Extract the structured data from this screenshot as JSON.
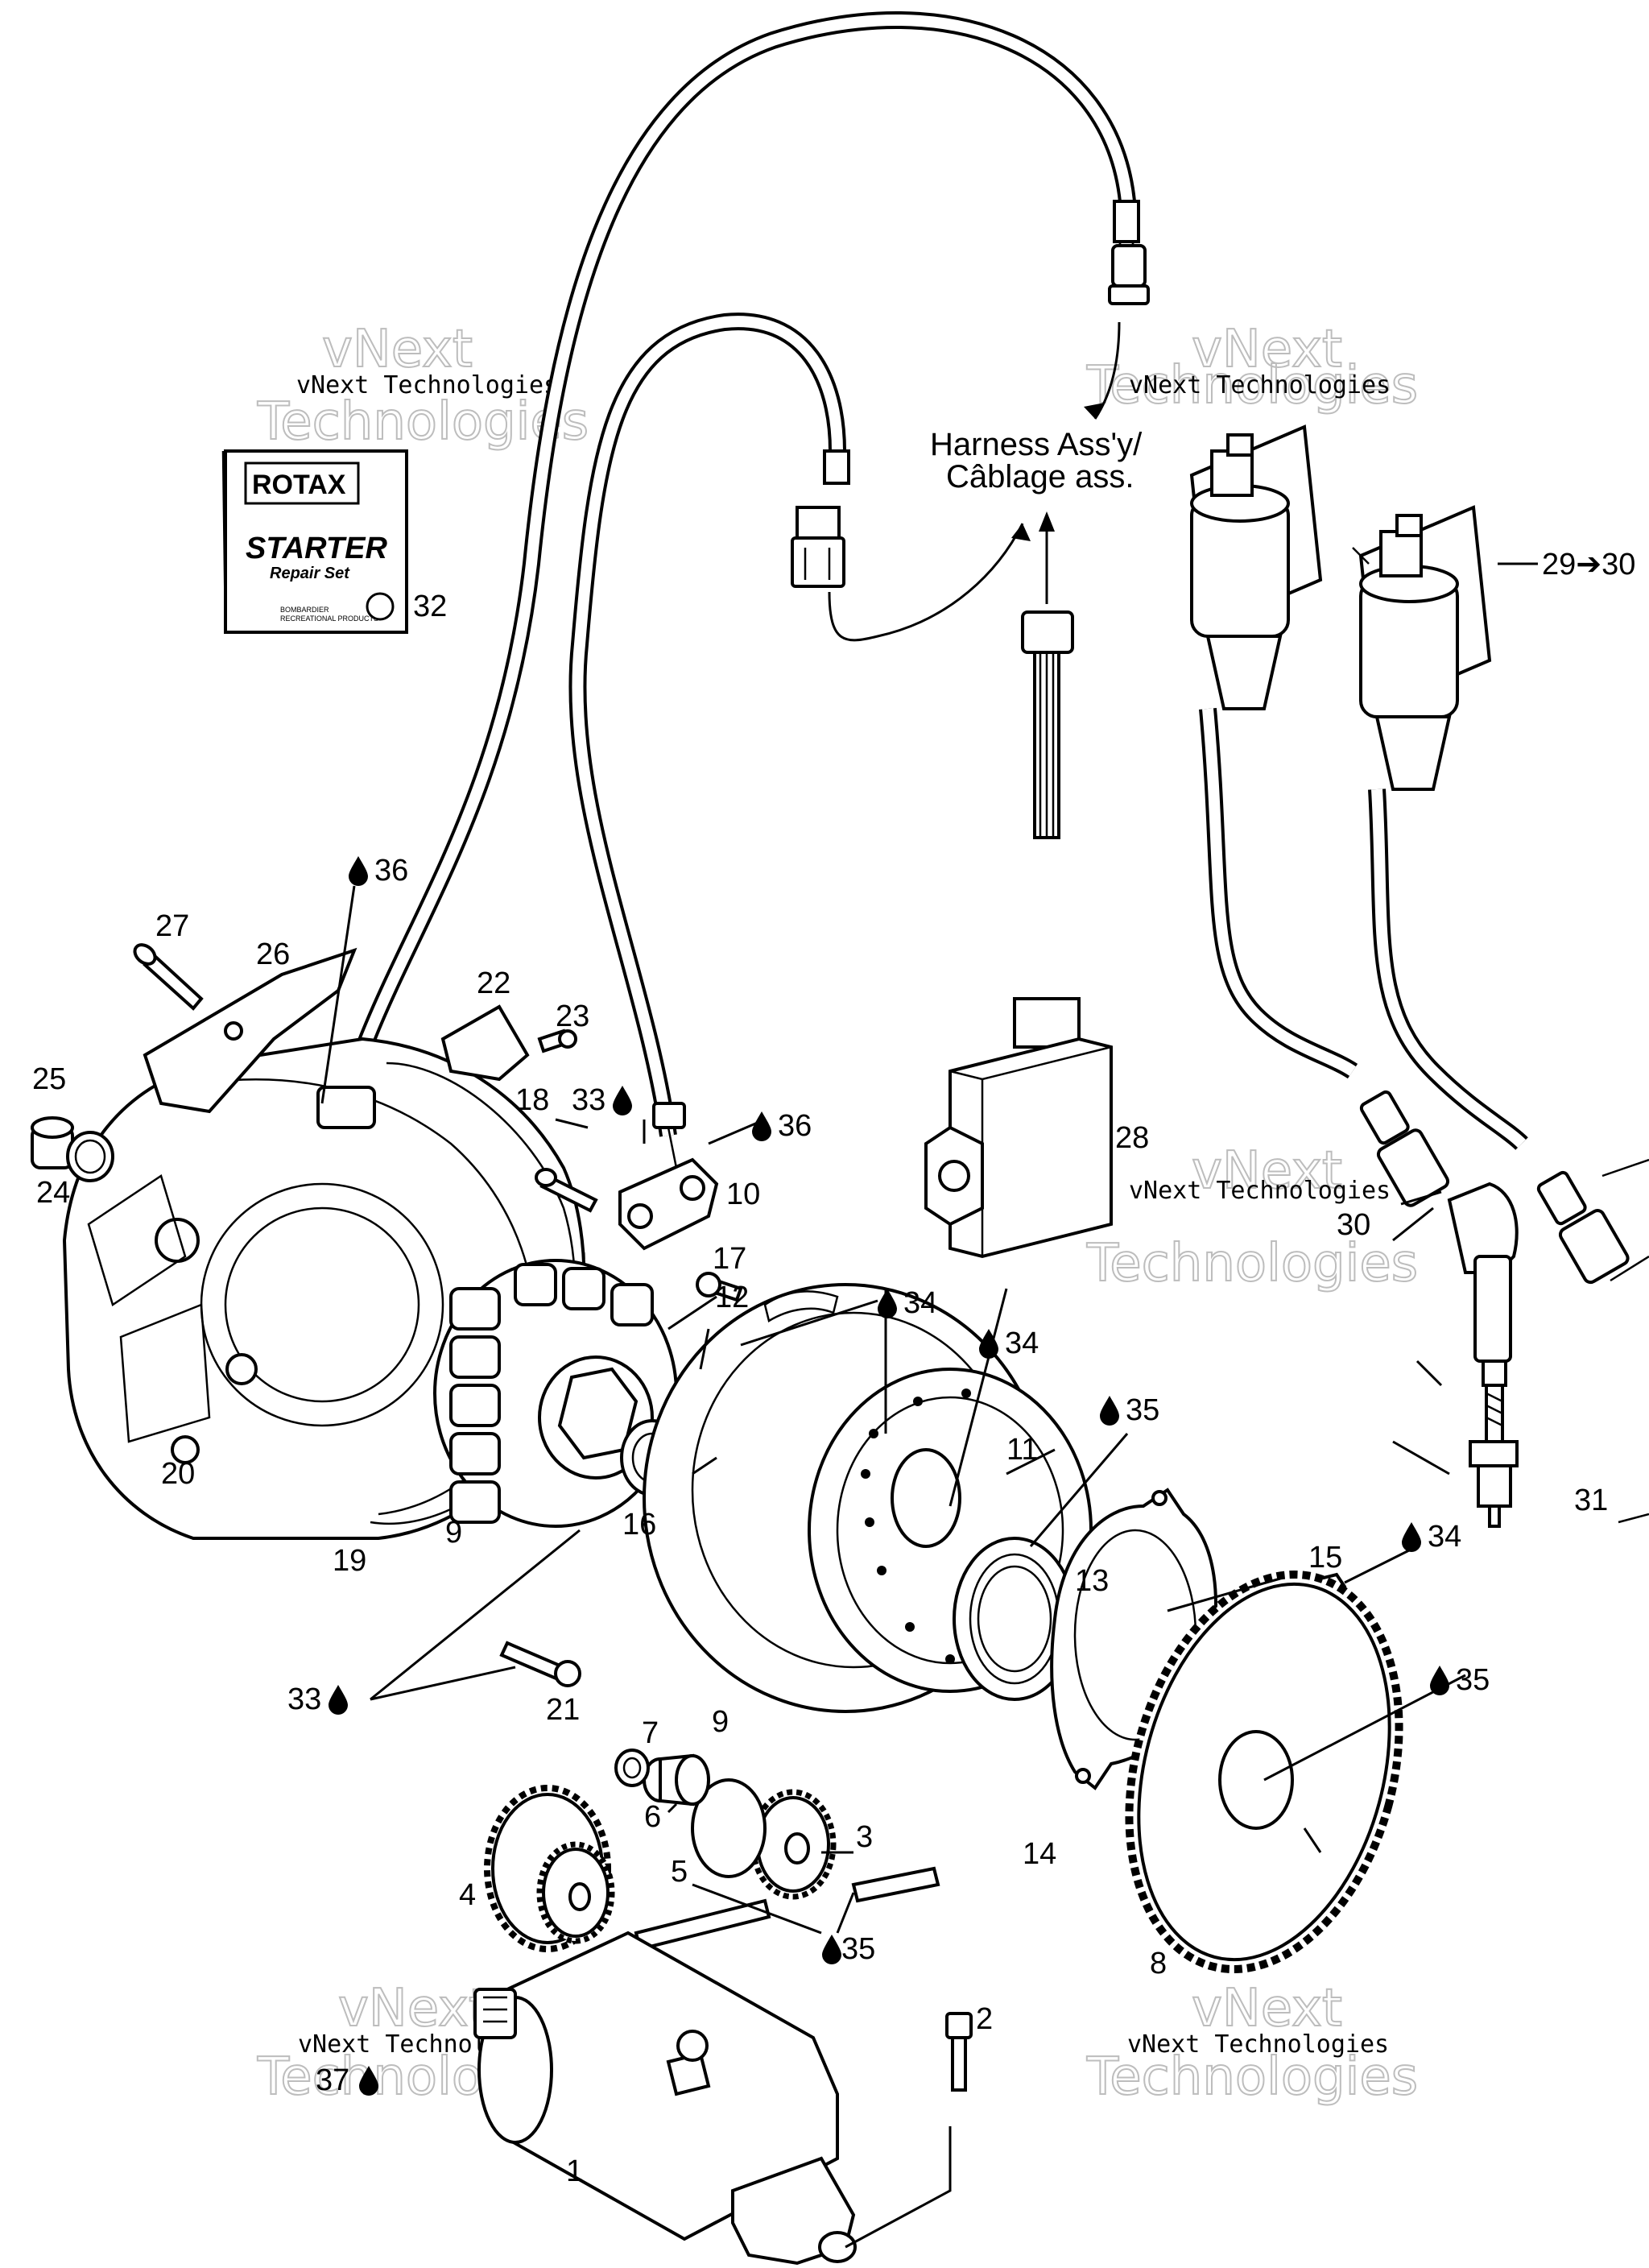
{
  "harness": {
    "line1": "Harness Ass'y/",
    "line2": "Câblage ass."
  },
  "manual": {
    "brand": "ROTAX",
    "title": "STARTER",
    "subtitle": "Repair Set",
    "maker": "BOMBARDIER",
    "maker_sub": "RECREATIONAL PRODUCTS"
  },
  "watermark": {
    "line1": "vNext Technologies",
    "big1": "vNext",
    "big2": "Technologies"
  },
  "callouts": [
    {
      "id": "c1",
      "text": "1"
    },
    {
      "id": "c2",
      "text": "2"
    },
    {
      "id": "c3",
      "text": "3"
    },
    {
      "id": "c4",
      "text": "4"
    },
    {
      "id": "c5",
      "text": "5"
    },
    {
      "id": "c6",
      "text": "6"
    },
    {
      "id": "c7",
      "text": "7"
    },
    {
      "id": "c8",
      "text": "8"
    },
    {
      "id": "c9a",
      "text": "9"
    },
    {
      "id": "c9b",
      "text": "9"
    },
    {
      "id": "c10",
      "text": "10"
    },
    {
      "id": "c11",
      "text": "11"
    },
    {
      "id": "c12",
      "text": "12"
    },
    {
      "id": "c13",
      "text": "13"
    },
    {
      "id": "c14",
      "text": "14"
    },
    {
      "id": "c15",
      "text": "15"
    },
    {
      "id": "c16",
      "text": "16"
    },
    {
      "id": "c17",
      "text": "17"
    },
    {
      "id": "c18",
      "text": "18"
    },
    {
      "id": "c19",
      "text": "19"
    },
    {
      "id": "c20",
      "text": "20"
    },
    {
      "id": "c21",
      "text": "21"
    },
    {
      "id": "c22",
      "text": "22"
    },
    {
      "id": "c23",
      "text": "23"
    },
    {
      "id": "c24",
      "text": "24"
    },
    {
      "id": "c25",
      "text": "25"
    },
    {
      "id": "c26",
      "text": "26"
    },
    {
      "id": "c27",
      "text": "27"
    },
    {
      "id": "c28",
      "text": "28"
    },
    {
      "id": "c2930",
      "text": "29➔30"
    },
    {
      "id": "c30",
      "text": "30"
    },
    {
      "id": "c31",
      "text": "31"
    },
    {
      "id": "c32",
      "text": "32"
    },
    {
      "id": "c33a",
      "text": "33"
    },
    {
      "id": "c33b",
      "text": "33"
    },
    {
      "id": "c34a",
      "text": "34"
    },
    {
      "id": "c34b",
      "text": "34"
    },
    {
      "id": "c34c",
      "text": "34"
    },
    {
      "id": "c35a",
      "text": "35"
    },
    {
      "id": "c35b",
      "text": "35"
    },
    {
      "id": "c35c",
      "text": "35"
    },
    {
      "id": "c36a",
      "text": "36"
    },
    {
      "id": "c36b",
      "text": "36"
    },
    {
      "id": "c37",
      "text": "37"
    }
  ]
}
